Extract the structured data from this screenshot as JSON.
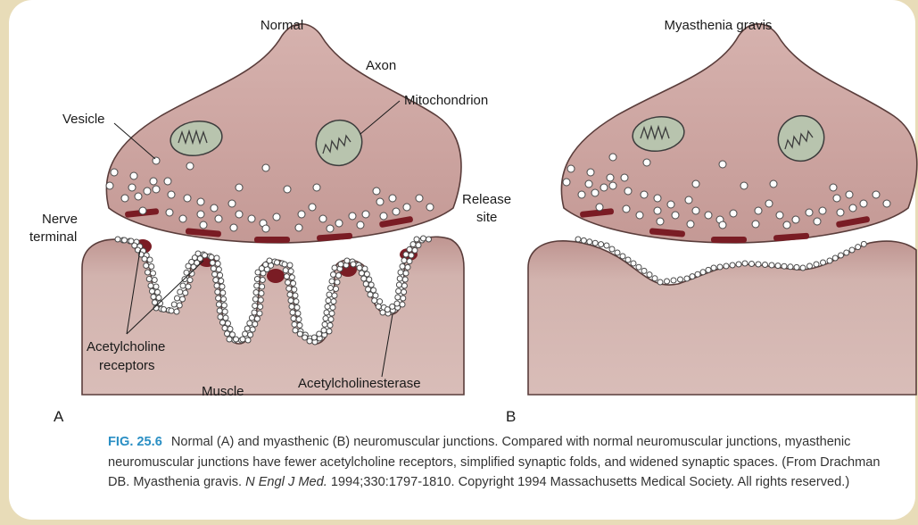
{
  "panels": {
    "normal_title": "Normal",
    "mg_title": "Myasthenia gravis",
    "letter_a": "A",
    "letter_b": "B"
  },
  "labels": {
    "axon": "Axon",
    "vesicle": "Vesicle",
    "mitochondrion": "Mitochondrion",
    "release_site_1": "Release",
    "release_site_2": "site",
    "nerve_terminal_1": "Nerve",
    "nerve_terminal_2": "terminal",
    "ach_receptors_1": "Acetylcholine",
    "ach_receptors_2": "receptors",
    "muscle": "Muscle",
    "acetylcholinesterase": "Acetylcholinesterase"
  },
  "caption": {
    "fig_number": "FIG. 25.6",
    "text_1": "Normal (A) and myasthenic (B) neuromuscular junctions. Compared with normal neuromuscular junctions, myasthenic neuromuscular junctions have fewer acetylcholine receptors, simplified synaptic folds, and widened synaptic spaces. (From Drachman DB. Myasthenia gravis. ",
    "journal": "N Engl J Med.",
    "text_2": " 1994;330:1797-1810. Copyright 1994 Massachusetts Medical Society. All rights reserved.)"
  },
  "colors": {
    "terminal_fill": "#c9a29e",
    "muscle_fill": "#cdaaa6",
    "outline": "#5a3d3b",
    "release_site": "#7a1c24",
    "mito_fill": "#b8c4ae",
    "caption_accent": "#2a8fc4"
  }
}
